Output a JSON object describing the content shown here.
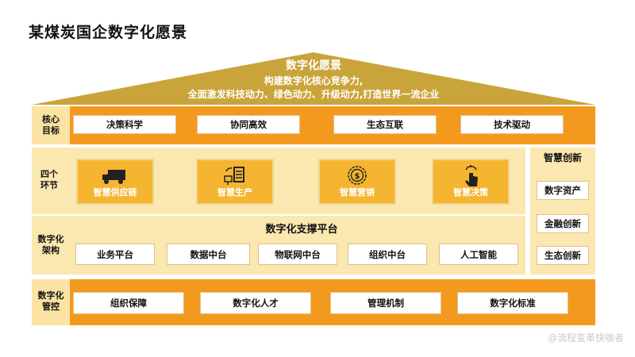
{
  "page": {
    "title": "某煤炭国企数字化愿景"
  },
  "roof": {
    "title": "数字化愿景",
    "line1": "构建数字化核心竞争力,",
    "line2": "全面激发科技动力、绿色动力、升级动力,打造世界一流企业"
  },
  "core_goals": {
    "label_line1": "核心",
    "label_line2": "目标",
    "items": [
      "决策科学",
      "协同高效",
      "生态互联",
      "技术驱动"
    ]
  },
  "four_links": {
    "label_line1": "四个",
    "label_line2": "环节",
    "items": [
      {
        "label": "智慧供应链",
        "icon": "truck-icon"
      },
      {
        "label": "智慧生产",
        "icon": "production-icon"
      },
      {
        "label": "智慧营销",
        "icon": "dollar-coin-icon"
      },
      {
        "label": "智慧决策",
        "icon": "tap-hand-icon"
      }
    ]
  },
  "architecture": {
    "label_line1": "数字化",
    "label_line2": "架构",
    "title": "数字化支撑平台",
    "items": [
      "业务平台",
      "数据中台",
      "物联网中台",
      "组织中台",
      "人工智能"
    ]
  },
  "innovation": {
    "title": "智慧创新",
    "items": [
      "数字资产",
      "金融创新",
      "生态创新"
    ]
  },
  "control": {
    "label_line1": "数字化",
    "label_line2": "管控",
    "items": [
      "组织保障",
      "数字化人才",
      "管理机制",
      "数字化标准"
    ]
  },
  "watermark": "@流程变革快咖者",
  "colors": {
    "orange": "#f39a1e",
    "gold": "#c4a03a",
    "cream": "#fbe7b0",
    "tile": "#f5b531"
  }
}
